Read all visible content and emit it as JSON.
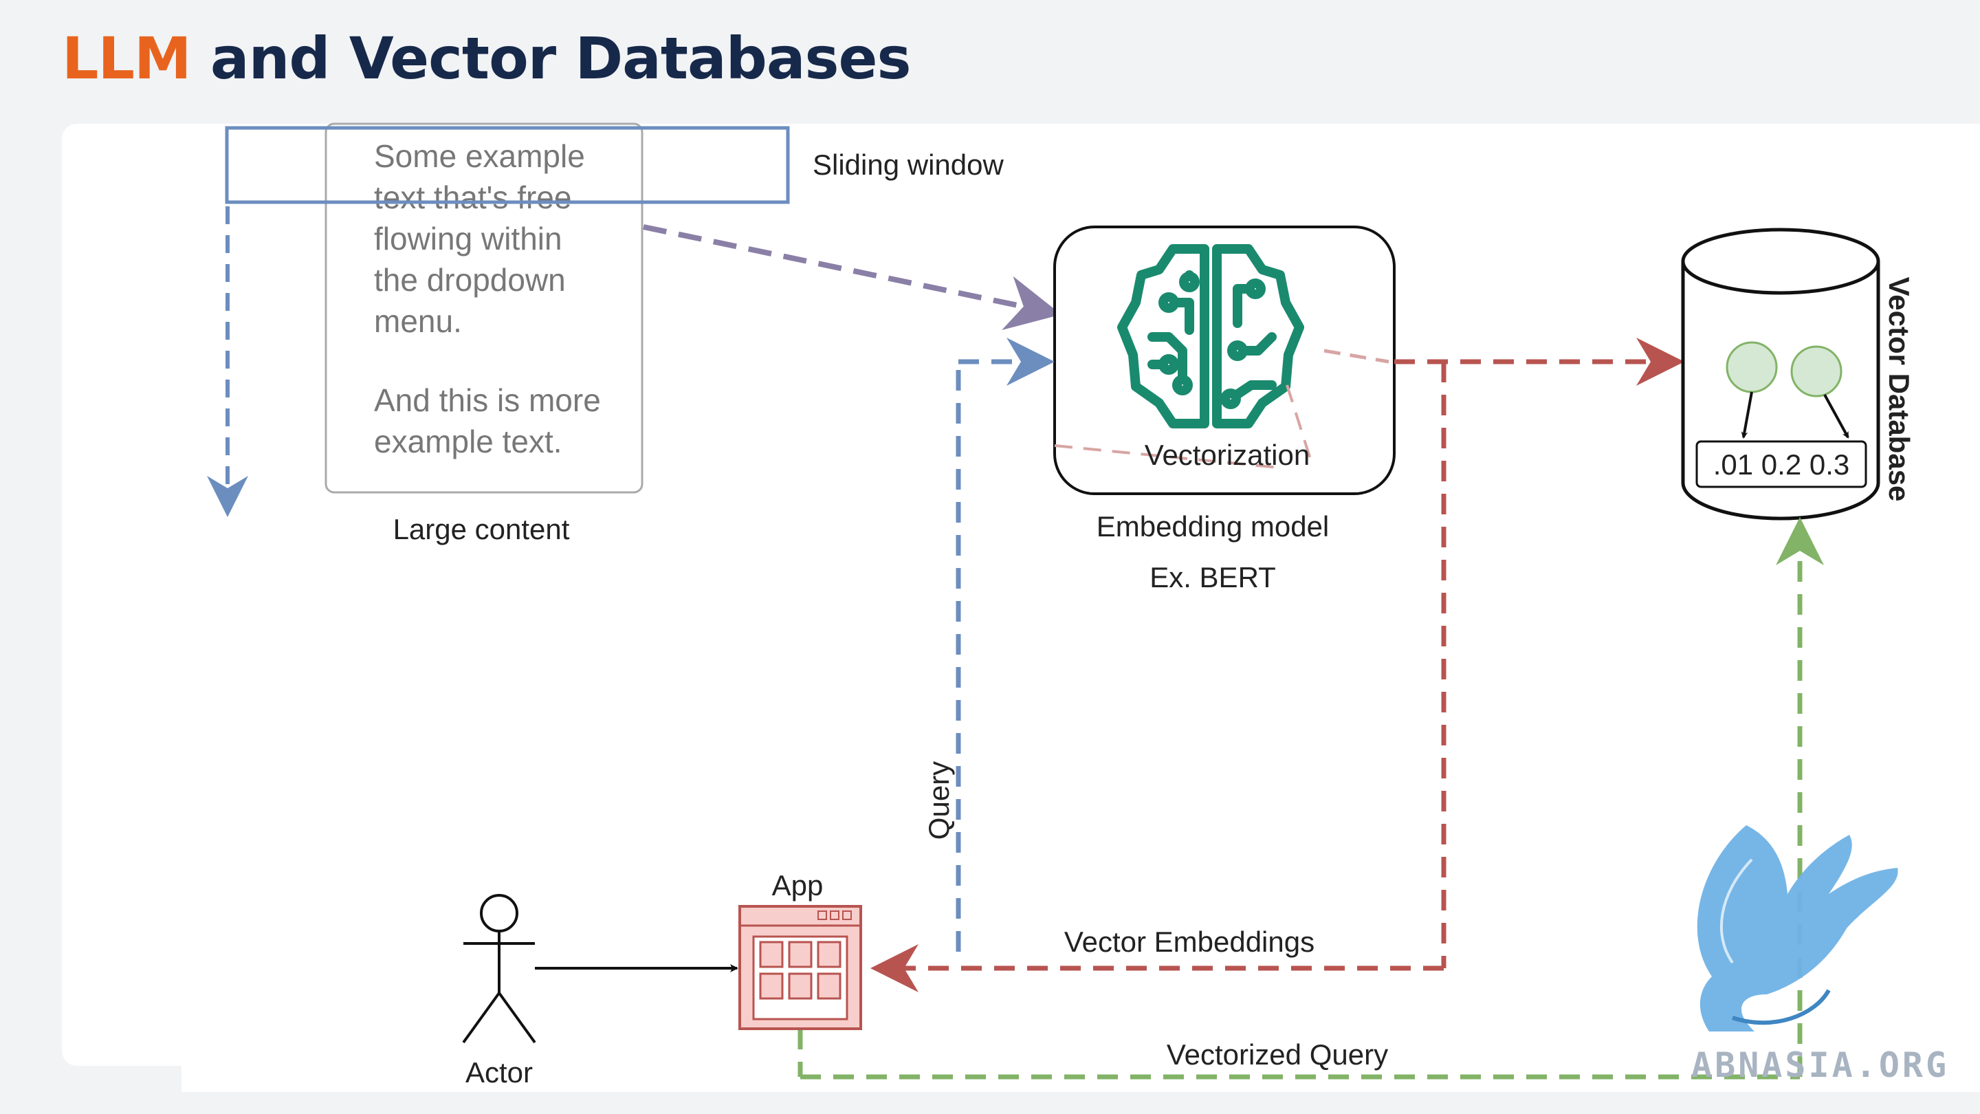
{
  "title": {
    "accent": "LLM",
    "rest": " and Vector Databases"
  },
  "dropdown": {
    "lines": [
      "Some example",
      "text that's free",
      "flowing within",
      "the dropdown",
      "menu.",
      "",
      "And this is more",
      "example text."
    ]
  },
  "labels": {
    "sliding_window": "Sliding window",
    "large_content": "Large content",
    "vectorization": "Vectorization",
    "embedding_model": "Embedding model",
    "example_model": "Ex. BERT",
    "vector_database": "Vector Database",
    "vector_values": ".01 0.2 0.3",
    "query": "Query",
    "app": "App",
    "actor": "Actor",
    "vector_embeddings": "Vector Embeddings",
    "vectorized_query": "Vectorized Query"
  },
  "watermark": "ABNASIA.ORG",
  "colors": {
    "accent": "#e8641e",
    "title": "#17294a",
    "blue_dash": "#6c8ebf",
    "purple_dash": "#8a7fa6",
    "red_dash": "#b85450",
    "green_dash": "#82b366",
    "brain": "#1a8a6e",
    "app_fill": "#f8cecc",
    "node_fill": "#d5e8d4"
  }
}
